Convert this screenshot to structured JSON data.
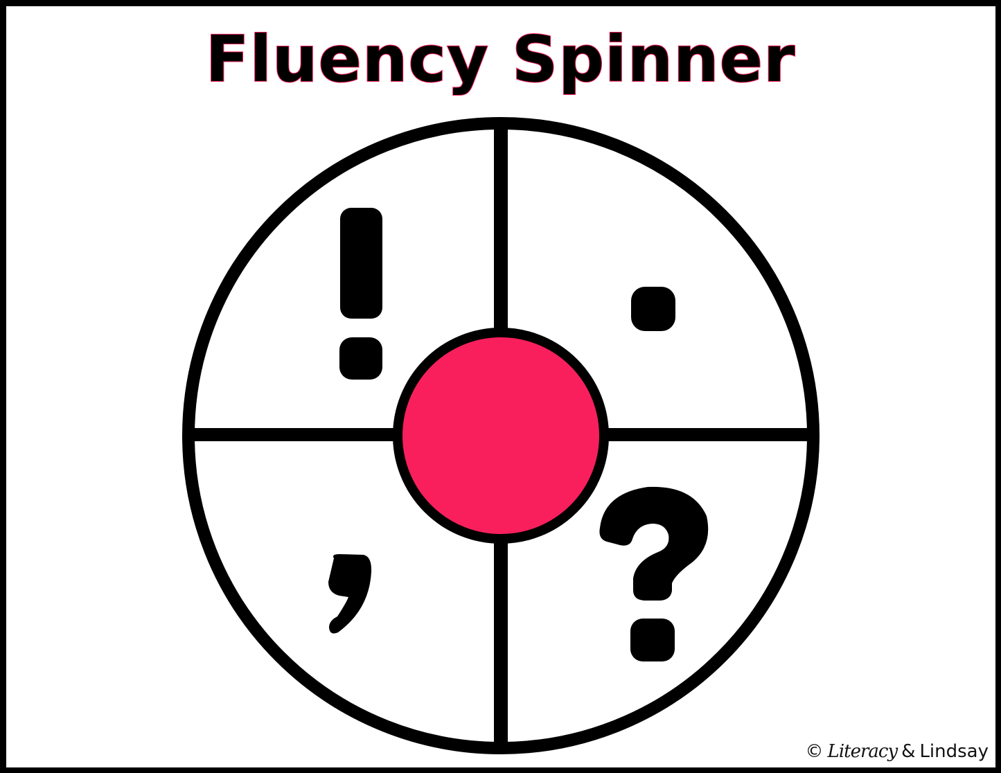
{
  "title": "Fluency Spinner",
  "colors": {
    "title_fill": "#000000",
    "title_outline": "#F81F5C",
    "hub": "#F81F5C",
    "stroke": "#000000",
    "background": "#FFFFFF"
  },
  "spinner": {
    "sections": [
      {
        "position": "top-left",
        "symbol": "!",
        "icon": "exclamation-mark-icon"
      },
      {
        "position": "top-right",
        "symbol": ".",
        "icon": "period-icon"
      },
      {
        "position": "bottom-left",
        "symbol": ",",
        "icon": "comma-icon"
      },
      {
        "position": "bottom-right",
        "symbol": "?",
        "icon": "question-mark-icon"
      }
    ],
    "hub_icon": "center-hub-circle"
  },
  "credit": {
    "copyright": "©",
    "script": "Literacy",
    "amp": "&",
    "name": "Lindsay"
  }
}
